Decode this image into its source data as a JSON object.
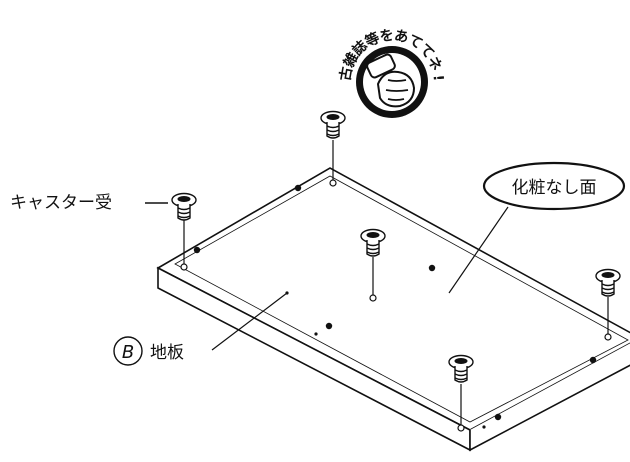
{
  "labels": {
    "caster_receiver": "キャスター受",
    "board_marker": "B",
    "board_name": "地板",
    "decorative_face": "化粧なし面",
    "seal_text": [
      "古",
      "雑",
      "誌",
      "等",
      "を",
      "あ",
      "て",
      "て",
      "ネ",
      "!"
    ]
  },
  "colors": {
    "ink": "#111111",
    "paper": "#ffffff"
  },
  "icons": {
    "seal": "hammer-hand-icon",
    "part": "caster-receiver-icon"
  }
}
